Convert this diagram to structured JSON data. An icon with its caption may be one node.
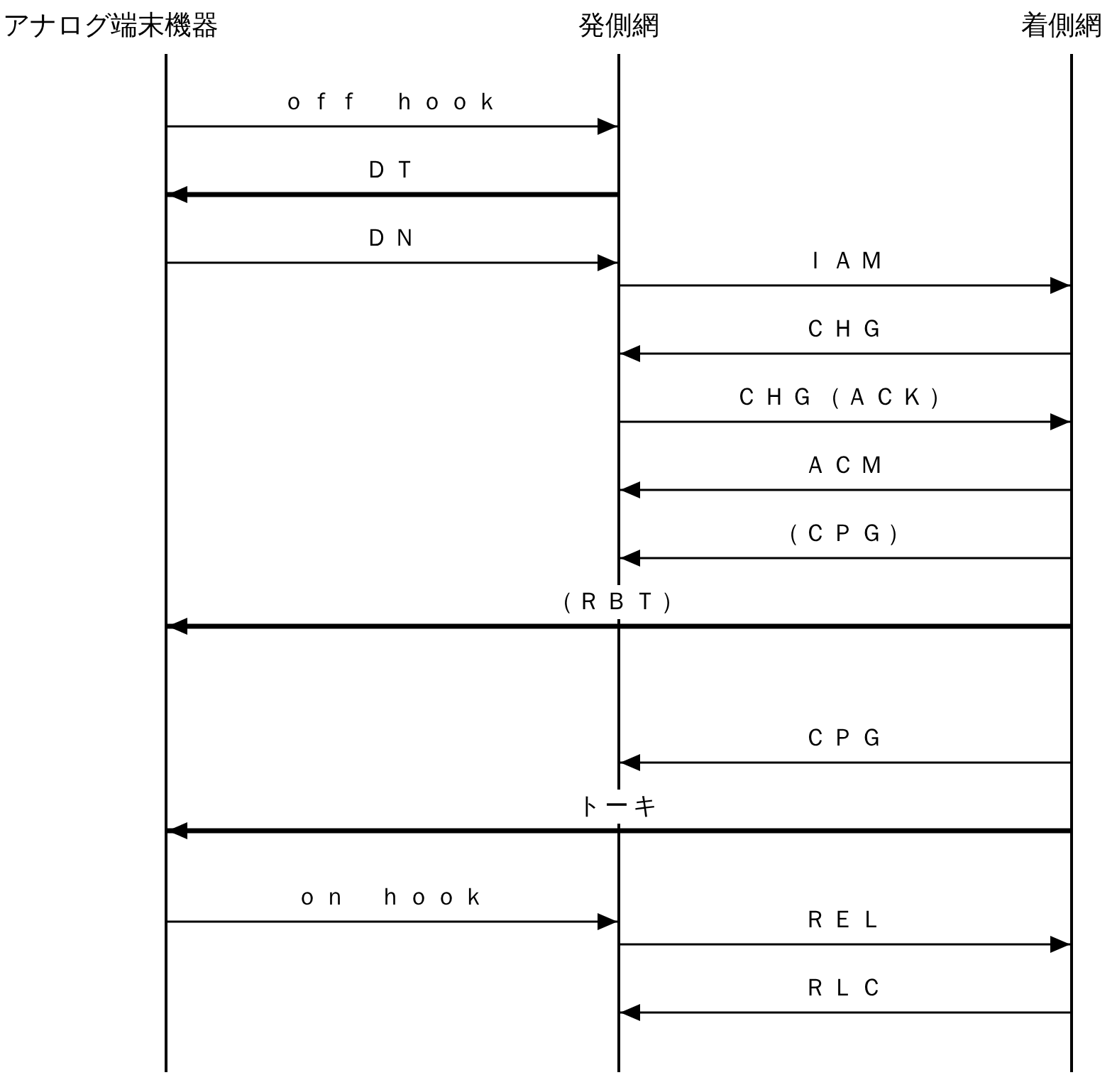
{
  "diagram": {
    "nodes": [
      {
        "text": [],
        "shape": "bar",
        "beside": [
          "アナログ端末機器"
        ]
      },
      {
        "text": [],
        "shape": "bar",
        "beside": [
          "発側網"
        ]
      },
      {
        "text": [],
        "shape": "bar",
        "beside": [
          "着側網"
        ]
      }
    ],
    "edges": [
      {
        "from": 0,
        "to": 1,
        "arrow": "to",
        "label": "ｏｆｆ　ｈｏｏｋ"
      },
      {
        "from": 1,
        "to": 0,
        "arrow": "to",
        "label": "ＤＴ",
        "style": "thick"
      },
      {
        "from": 0,
        "to": 1,
        "arrow": "to",
        "label": "ＤＮ"
      },
      {
        "from": 1,
        "to": 2,
        "arrow": "to",
        "label": "ＩＡＭ"
      },
      {
        "from": 2,
        "to": 1,
        "arrow": "to",
        "label": "ＣＨＧ"
      },
      {
        "from": 1,
        "to": 2,
        "arrow": "to",
        "label": "ＣＨＧ（ＡＣＫ）"
      },
      {
        "from": 2,
        "to": 1,
        "arrow": "to",
        "label": "ＡＣＭ"
      },
      {
        "from": 2,
        "to": 1,
        "arrow": "to",
        "label": "（ＣＰＧ）"
      },
      {
        "from": 2,
        "to": 0,
        "arrow": "to",
        "label": "（ＲＢＴ）",
        "style": "thick"
      },
      {
        "from": 2,
        "to": 1,
        "arrow": "to",
        "label": "ＣＰＧ"
      },
      {
        "from": 2,
        "to": 0,
        "arrow": "to",
        "label": "トーキ",
        "style": "thick"
      },
      {
        "from": 0,
        "to": 1,
        "arrow": "to",
        "label": "ｏｎ　ｈｏｏｋ"
      },
      {
        "from": 1,
        "to": 2,
        "arrow": "to",
        "label": "ＲＥＬ"
      },
      {
        "from": 2,
        "to": 1,
        "arrow": "to",
        "label": "ＲＬＣ"
      }
    ]
  }
}
